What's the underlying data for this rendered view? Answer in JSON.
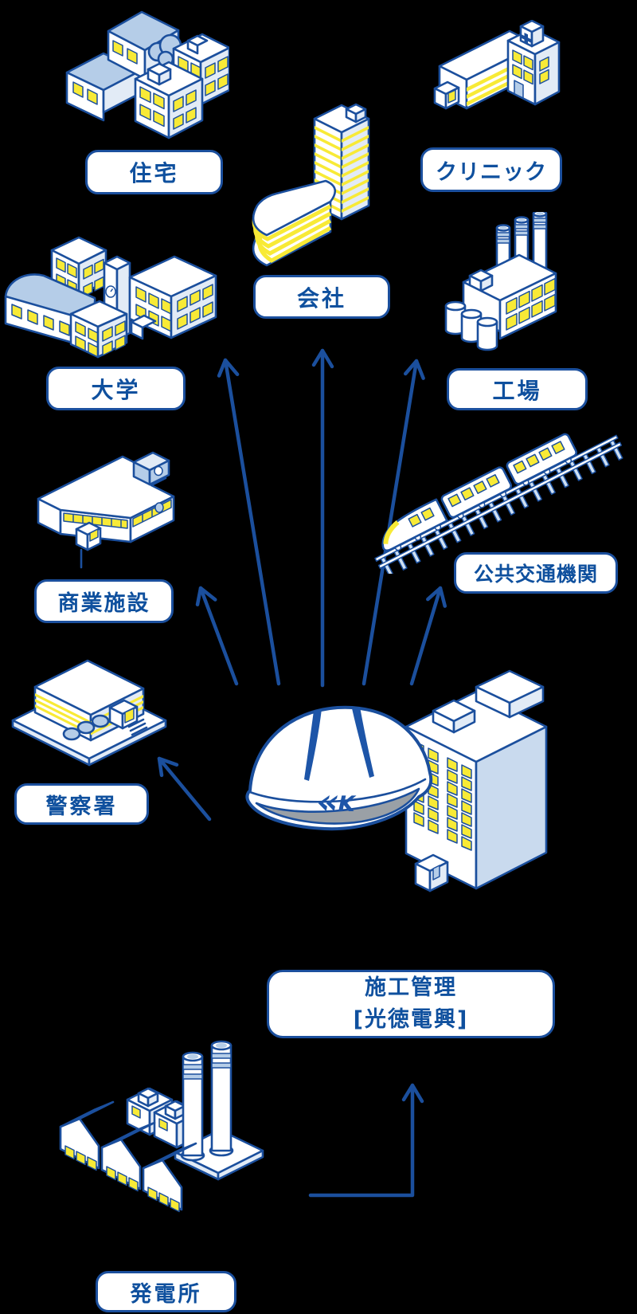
{
  "nodes": {
    "housing": {
      "label": "住宅"
    },
    "clinic": {
      "label": "クリニック"
    },
    "company": {
      "label": "会社"
    },
    "university": {
      "label": "大学"
    },
    "factory": {
      "label": "工場"
    },
    "commercial": {
      "label": "商業施設"
    },
    "transit": {
      "label": "公共交通機関"
    },
    "police": {
      "label": "警察署"
    },
    "power_plant": {
      "label": "発電所"
    }
  },
  "center": {
    "role_line1": "施工管理",
    "role_line2": "[光徳電興]",
    "helmet_logo": "K"
  },
  "colors": {
    "outline_blue": "#1b4f9d",
    "label_text_blue": "#0f509e",
    "window_yellow": "#f8ea36",
    "roof_light_blue": "#b5cde8",
    "helmet_brim_gray": "#9aa0a6",
    "background": "#000000"
  }
}
